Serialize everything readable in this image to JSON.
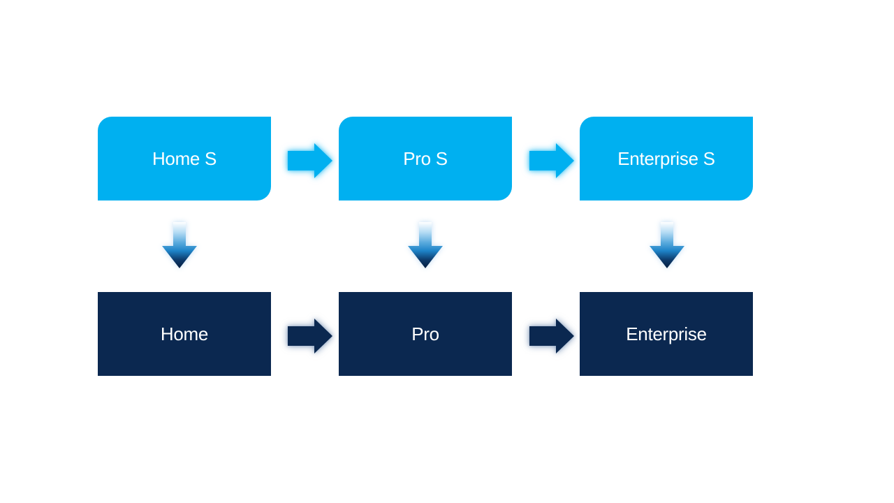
{
  "diagram": {
    "columns": [
      {
        "top": "Home S",
        "bottom": "Home"
      },
      {
        "top": "Pro S",
        "bottom": "Pro"
      },
      {
        "top": "Enterprise S",
        "bottom": "Enterprise"
      }
    ],
    "colors": {
      "light_blue": "#00b0f0",
      "dark_navy": "#0b2850",
      "arrow_glow_light": "rgba(0,176,240,0.55)",
      "arrow_glow_dark": "rgba(100,130,170,0.55)",
      "grad_top": "#ffffff",
      "grad_mid": "#1e84c8",
      "grad_bottom": "#041d40",
      "text_color": "#ffffff",
      "bg": "#ffffff"
    }
  }
}
